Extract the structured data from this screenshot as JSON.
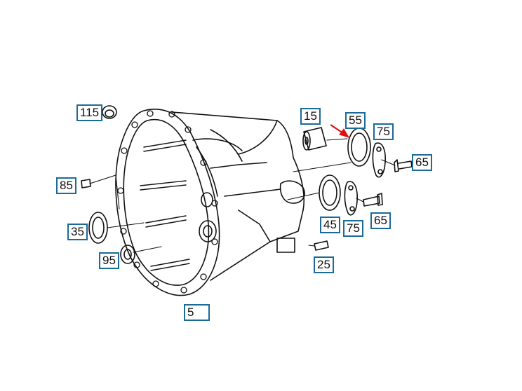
{
  "diagram": {
    "callouts": [
      {
        "id": "115",
        "label": "115"
      },
      {
        "id": "15",
        "label": "15"
      },
      {
        "id": "55",
        "label": "55"
      },
      {
        "id": "75a",
        "label": "75"
      },
      {
        "id": "65a",
        "label": "65"
      },
      {
        "id": "85",
        "label": "85"
      },
      {
        "id": "35",
        "label": "35"
      },
      {
        "id": "95",
        "label": "95"
      },
      {
        "id": "45",
        "label": "45"
      },
      {
        "id": "75b",
        "label": "75"
      },
      {
        "id": "65b",
        "label": "65"
      },
      {
        "id": "25",
        "label": "25"
      },
      {
        "id": "5",
        "label": "5"
      }
    ],
    "colors": {
      "callout_border": "#1a6a9a",
      "line": "#111111",
      "highlight_arrow": "#e01010"
    }
  }
}
